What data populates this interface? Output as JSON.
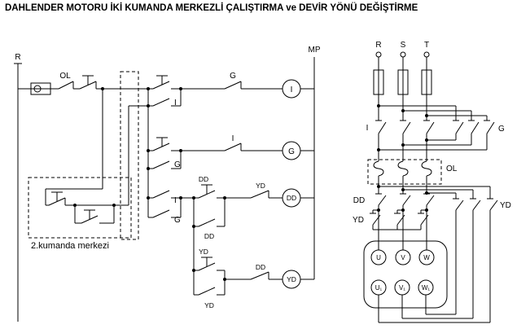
{
  "title": "DAHLENDER MOTORU İKİ KUMANDA MERKEZLİ ÇALIŞTIRMA ve DEVİR YÖNÜ DEĞİŞTİRME",
  "colors": {
    "line": "#000000",
    "background": "#ffffff"
  },
  "control_circuit": {
    "left_rail": "R",
    "right_rail": "MP",
    "overload_contact": "OL",
    "seal_i": "I",
    "interlock_g": "G",
    "coil_i": "I",
    "seal_g": "G",
    "interlock_i": "I",
    "coil_g": "G",
    "enable_i": "I",
    "enable_g": "G",
    "dd_button": "DD",
    "dd_seal": "DD",
    "interlock_yd": "YD",
    "coil_dd": "DD",
    "yd_button": "YD",
    "yd_seal": "YD",
    "interlock_dd": "DD",
    "coil_yd": "YD",
    "second_center_label": "2.kumanda merkezi"
  },
  "power_circuit": {
    "phases": [
      "R",
      "S",
      "T"
    ],
    "contactor_i": "I",
    "contactor_g": "G",
    "overload_relay": "OL",
    "contactor_dd": "DD",
    "contactor_yd_right": "YD",
    "contactor_yd_left": "YD",
    "motor_terminals_top": [
      "U",
      "V",
      "W"
    ],
    "motor_terminals_bottom": [
      "U₁",
      "V₁",
      "W₁"
    ]
  }
}
